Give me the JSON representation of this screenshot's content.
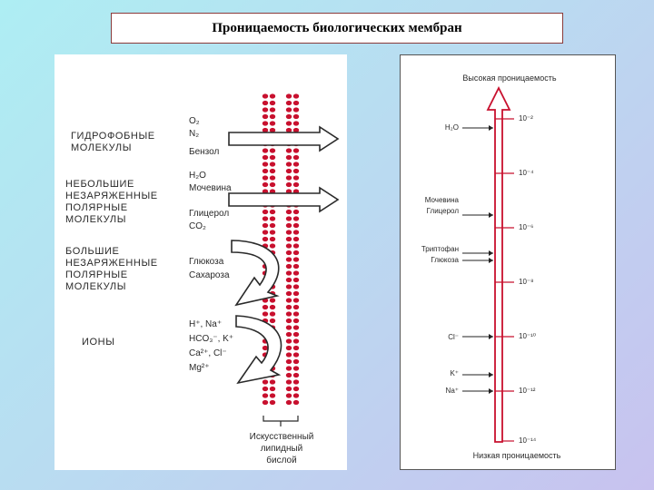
{
  "title": "Проницаемость биологических мембран",
  "left": {
    "groups": [
      {
        "label": [
          "ГИДРОФОБНЫЕ",
          "МОЛЕКУЛЫ"
        ],
        "items": [
          "O₂",
          "N₂",
          "Бензол"
        ]
      },
      {
        "label": [
          "НЕБОЛЬШИЕ",
          "НЕЗАРЯЖЕННЫЕ",
          "ПОЛЯРНЫЕ",
          "МОЛЕКУЛЫ"
        ],
        "items": [
          "H₂O",
          "Мочевина",
          "Глицерол",
          "CO₂"
        ]
      },
      {
        "label": [
          "БОЛЬШИЕ",
          "НЕЗАРЯЖЕННЫЕ",
          "ПОЛЯРНЫЕ",
          "МОЛЕКУЛЫ"
        ],
        "items": [
          "Глюкоза",
          "Сахароза"
        ]
      },
      {
        "label": [
          "ИОНЫ"
        ],
        "items": [
          "H⁺, Na⁺",
          "HCO₃⁻, K⁺",
          "Ca²⁺, Cl⁻",
          "Mg²⁺"
        ]
      }
    ],
    "bilayer_caption": [
      "Искусственный",
      "липидный",
      "бислой"
    ],
    "colors": {
      "membrane": "#c8102e"
    }
  },
  "right": {
    "top_label": "Высокая проницаемость",
    "bottom_label": "Низкая проницаемость",
    "ticks": [
      "10⁻²",
      "10⁻⁴",
      "10⁻⁶",
      "10⁻⁸",
      "10⁻¹⁰",
      "10⁻¹²",
      "10⁻¹⁴"
    ],
    "markers": [
      {
        "label": [
          "H₂O"
        ]
      },
      {
        "label": [
          "Мочевина",
          "Глицерол"
        ]
      },
      {
        "label": [
          "Триптофан",
          "Глюкоза"
        ]
      },
      {
        "label": [
          "Cl⁻"
        ]
      },
      {
        "label": [
          "K⁺"
        ]
      },
      {
        "label": [
          "Na⁺"
        ]
      }
    ],
    "colors": {
      "axis": "#c8102e"
    }
  }
}
